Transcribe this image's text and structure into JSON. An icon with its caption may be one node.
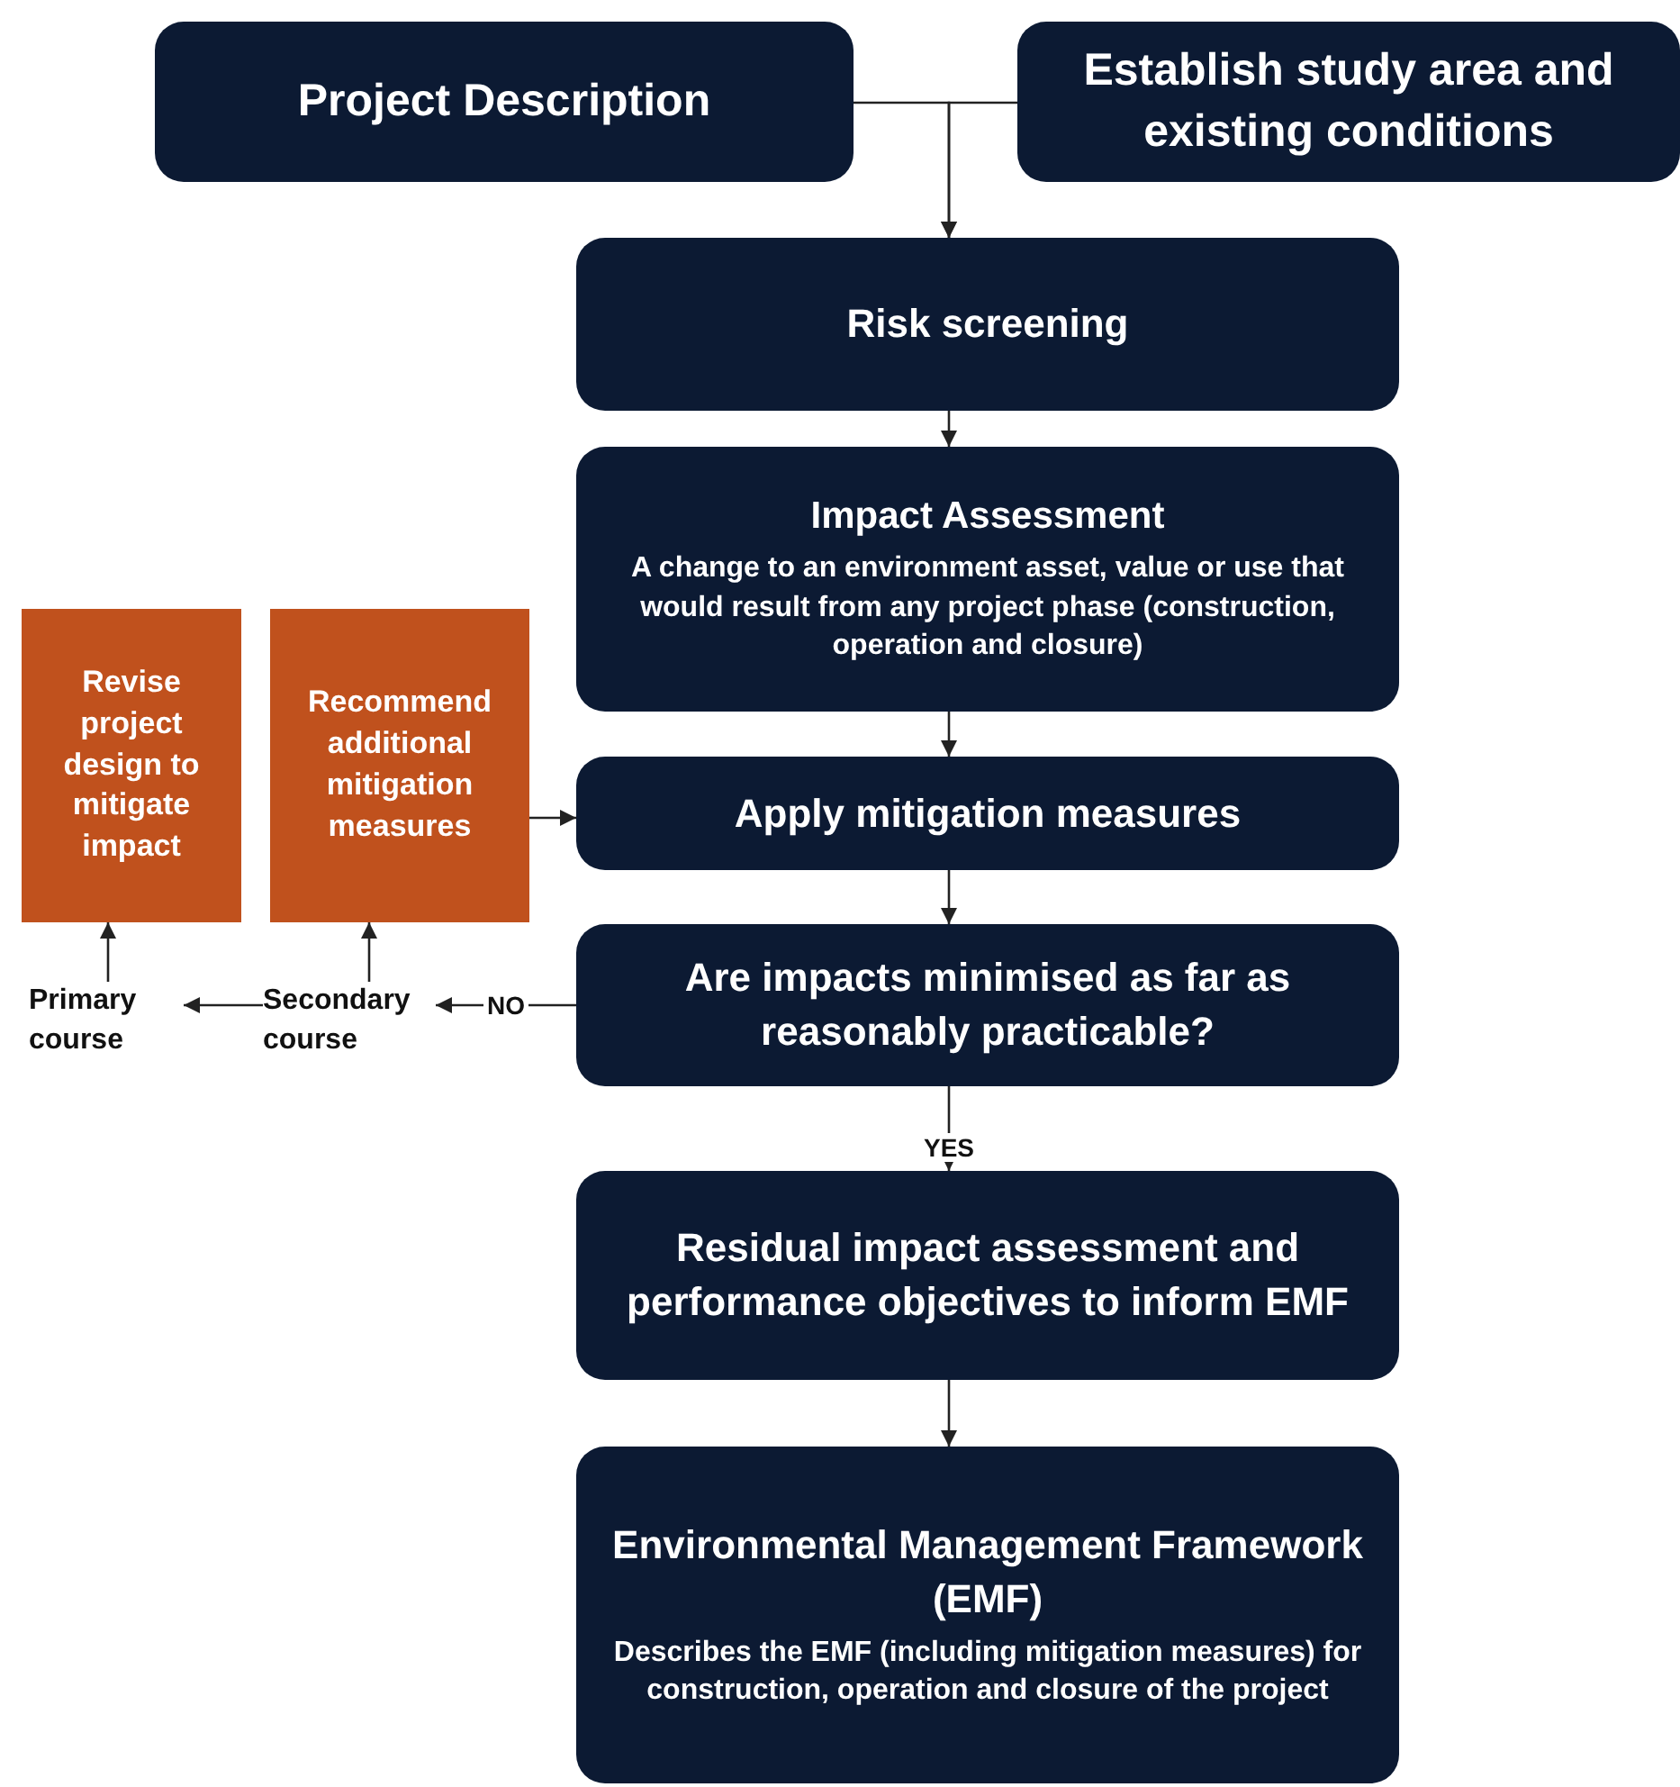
{
  "diagram": {
    "nodes": [
      {
        "text": [
          "Project Description"
        ]
      },
      {
        "text": [
          "Establish study area and existing conditions"
        ]
      },
      {
        "text": [
          "Risk screening"
        ]
      },
      {
        "text": [
          "Impact Assessment",
          "A change to an environment asset, value or use that would result from any project phase (construction, operation and closure)"
        ]
      },
      {
        "text": [
          "Revise project design to mitigate impact"
        ]
      },
      {
        "text": [
          "Recommend additional mitigation measures"
        ]
      },
      {
        "text": [
          "Apply mitigation measures"
        ]
      },
      {
        "text": [
          "Are impacts minimised as far as reasonably practicable?"
        ]
      },
      {
        "text": [
          "Residual impact assessment and performance objectives to inform EMF"
        ]
      },
      {
        "text": [
          "Environmental Management Framework  (EMF)",
          "Describes the EMF (including mitigation measures) for construction, operation and closure of the project"
        ]
      },
      {
        "text": [
          "Primary course"
        ]
      },
      {
        "text": [
          "Secondary course"
        ]
      }
    ],
    "edges": [
      {
        "from": 0,
        "to": 2,
        "arrow": "to"
      },
      {
        "from": 1,
        "to": 2,
        "arrow": "to"
      },
      {
        "from": 2,
        "to": 3,
        "arrow": "to"
      },
      {
        "from": 3,
        "to": 6,
        "arrow": "to"
      },
      {
        "from": 6,
        "to": 7,
        "arrow": "to"
      },
      {
        "from": 7,
        "to": 8,
        "arrow": "to",
        "label": "YES"
      },
      {
        "from": 8,
        "to": 9,
        "arrow": "to"
      },
      {
        "from": 7,
        "to": 11,
        "arrow": "to",
        "label": "NO"
      },
      {
        "from": 11,
        "to": 10,
        "arrow": "to"
      },
      {
        "from": 11,
        "to": 5,
        "arrow": "to"
      },
      {
        "from": 10,
        "to": 4,
        "arrow": "to"
      },
      {
        "from": 5,
        "to": 6,
        "arrow": "to"
      }
    ]
  }
}
